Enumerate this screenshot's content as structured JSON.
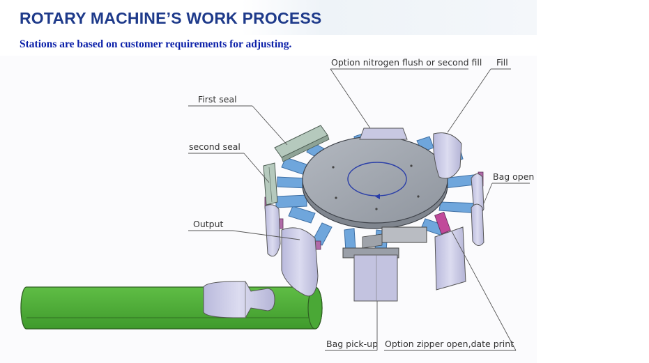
{
  "page": {
    "title": "ROTARY MACHINE’S WORK PROCESS",
    "subtitle": "Stations are based on customer requirements for adjusting."
  },
  "diagram": {
    "labels": {
      "option_nitrogen": "Option nitrogen flush or second fill",
      "fill": "Fill",
      "first_seal": "First seal",
      "second_seal": "second seal",
      "bag_open": "Bag open",
      "output": "Output",
      "bag_pick_up": "Bag pick-up",
      "option_zipper": "Option zipper  open,date print"
    },
    "colors": {
      "title": "#1e3a8a",
      "subtitle": "#0a1fa8",
      "table_top": "#9ea3ab",
      "arm": "#6fa6dc",
      "bag": "#c9c9e6",
      "conveyor": "#52b03a",
      "rotation_arrow": "#2a3ea8"
    }
  }
}
